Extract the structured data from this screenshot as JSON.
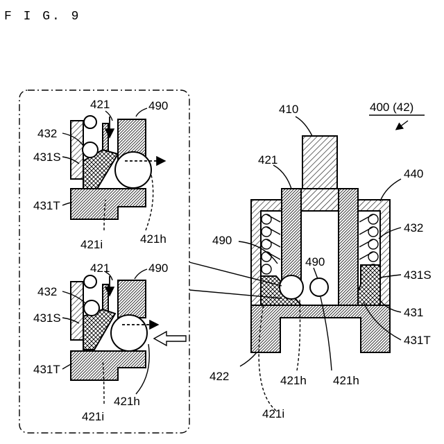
{
  "figure": {
    "title": "F I G. 9"
  },
  "assembly": {
    "ref_label": "400 (42)"
  },
  "labels": {
    "l410": "410",
    "l440": "440",
    "l421": "421",
    "l432": "432",
    "l490a": "490",
    "l490b": "490",
    "l431S": "431S",
    "l431": "431",
    "l431T": "431T",
    "l422": "422",
    "l421h_a": "421h",
    "l421h_b": "421h",
    "l421i": "421i"
  },
  "detail_top": {
    "l421": "421",
    "l490": "490",
    "l432": "432",
    "l431S": "431S",
    "l431T": "431T",
    "l421i": "421i",
    "l421h": "421h"
  },
  "detail_bottom": {
    "l421": "421",
    "l490": "490",
    "l432": "432",
    "l431S": "431S",
    "l431T": "431T",
    "l421i": "421i",
    "l421h": "421h"
  },
  "colors": {
    "ink": "#000000",
    "background": "#ffffff"
  }
}
